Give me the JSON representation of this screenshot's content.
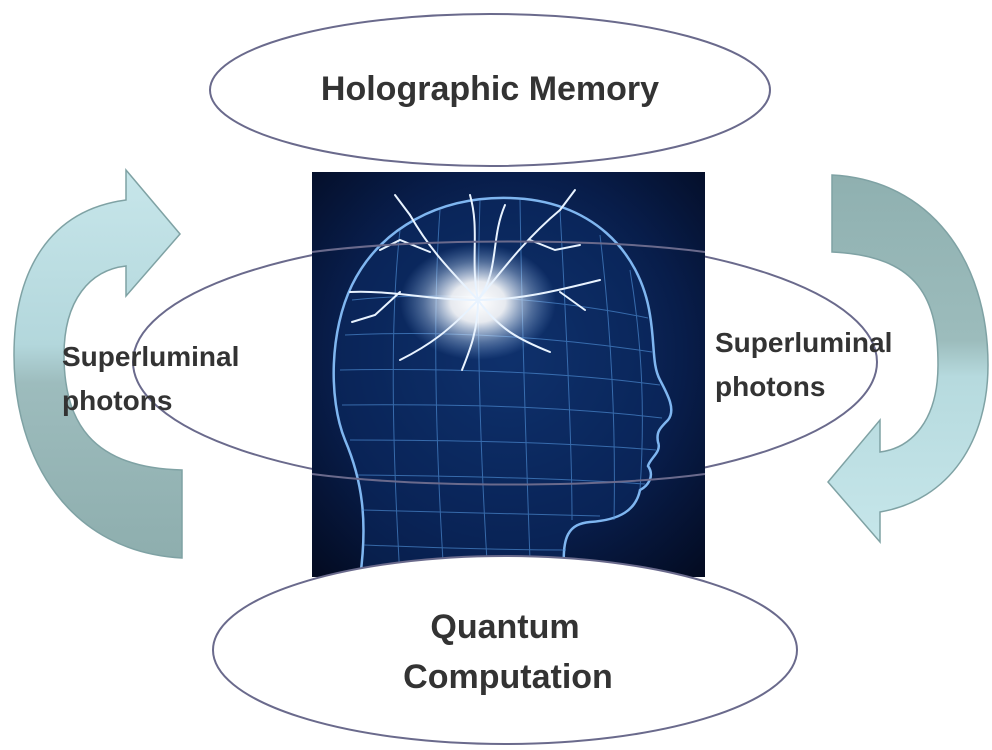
{
  "top_ellipse": {
    "label": "Holographic Memory"
  },
  "bottom_ellipse": {
    "line1": "Quantum",
    "line2": "Computation"
  },
  "left_label": {
    "line1": "Superluminal",
    "line2": "photons"
  },
  "right_label": {
    "line1": "Superluminal",
    "line2": "photons"
  },
  "colors": {
    "arrow_light": "#b9dde2",
    "arrow_dark": "#8fb3b4",
    "ellipse_stroke": "#6a6a8c",
    "background": "#ffffff",
    "head_bg": "#061436",
    "head_lines": "#5b9ee0",
    "spark": "#ffffff"
  },
  "icons": {
    "center": "human-head-brain-image",
    "arrows": "circular-arrow-icon"
  }
}
